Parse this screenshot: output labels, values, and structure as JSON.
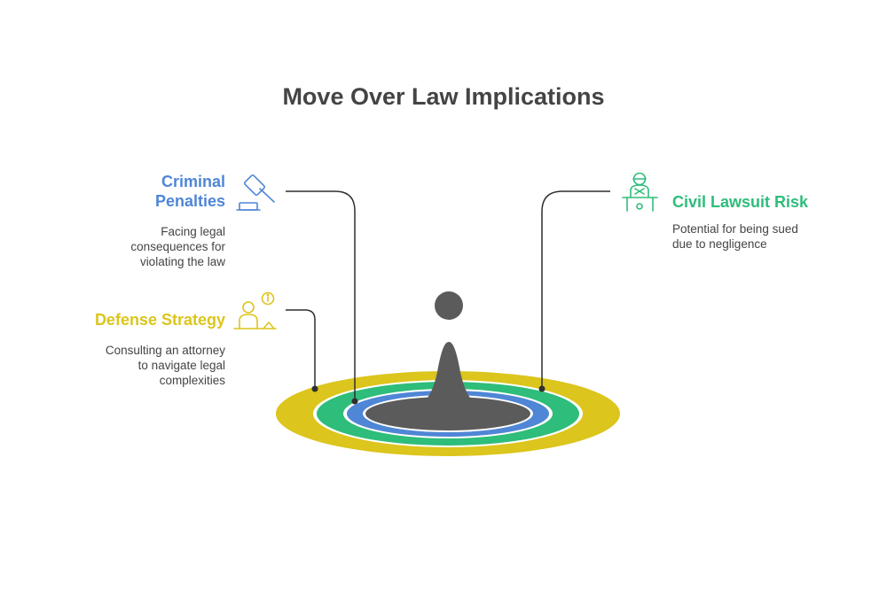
{
  "title": "Move Over Law Implications",
  "colors": {
    "blue": "#4f86d6",
    "green": "#2ebd7a",
    "yellow": "#dcc51c",
    "gray": "#5b5b5b",
    "text": "#444444",
    "line": "#2f2f2f"
  },
  "items": [
    {
      "id": "criminal-penalties",
      "heading_lines": [
        "Criminal",
        "Penalties"
      ],
      "description_lines": [
        "Facing legal",
        "consequences for",
        "violating the law"
      ],
      "color": "#4f86d6",
      "icon": "gavel-icon"
    },
    {
      "id": "defense-strategy",
      "heading_lines": [
        "Defense Strategy"
      ],
      "description_lines": [
        "Consulting an attorney",
        "to navigate legal",
        "complexities"
      ],
      "color": "#dcc51c",
      "icon": "attorney-consult-icon"
    },
    {
      "id": "civil-lawsuit-risk",
      "heading_lines": [
        "Civil Lawsuit Risk"
      ],
      "description_lines": [
        "Potential for being sued",
        "due to negligence"
      ],
      "color": "#2ebd7a",
      "icon": "judge-bench-icon"
    }
  ]
}
